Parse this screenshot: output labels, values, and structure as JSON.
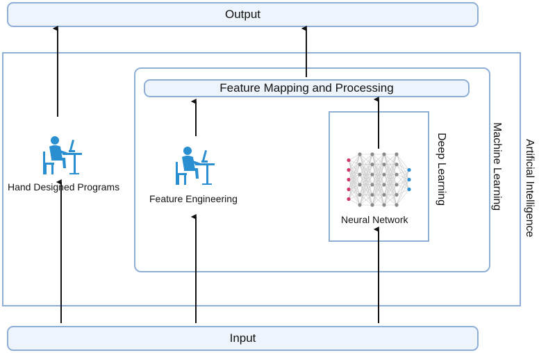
{
  "colors": {
    "box_border": "#8eaed6",
    "pill_fill": "#eef4fb",
    "person": "#2a8fd1",
    "arrow": "#111111",
    "input_node": "#d0386a",
    "hidden_node": "#8a8a8a",
    "output_node": "#2a8fd1"
  },
  "nodes": {
    "output": "Output",
    "input": "Input",
    "feature_mapping": "Feature Mapping and Processing"
  },
  "regions": {
    "artificial_intelligence": "Artificial Intelligence",
    "machine_learning": "Machine Learning",
    "deep_learning": "Deep Learning"
  },
  "captions": {
    "hand_designed": "Hand Designed Programs",
    "feature_engineering": "Feature Engineering",
    "neural_network": "Neural Network"
  },
  "icons": {
    "person_at_desk_1": "person-at-computer-icon",
    "person_at_desk_2": "person-at-computer-icon",
    "network": "neural-network-icon"
  }
}
